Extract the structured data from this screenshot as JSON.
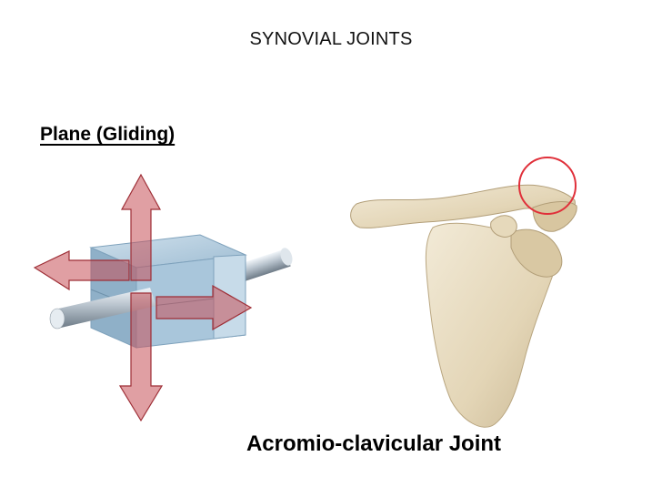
{
  "slide": {
    "title": "SYNOVIAL JOINTS",
    "subtitle": "Plane (Gliding)",
    "caption": "Acromio-clavicular Joint"
  },
  "illustrations": {
    "left": "plane-joint-model",
    "right": "scapula-clavicle-bones",
    "highlight_color": "#e0303a",
    "arrow_color": "#b8474d",
    "bone_color": "#eadfc6",
    "block_color": "#a7c6dc"
  }
}
